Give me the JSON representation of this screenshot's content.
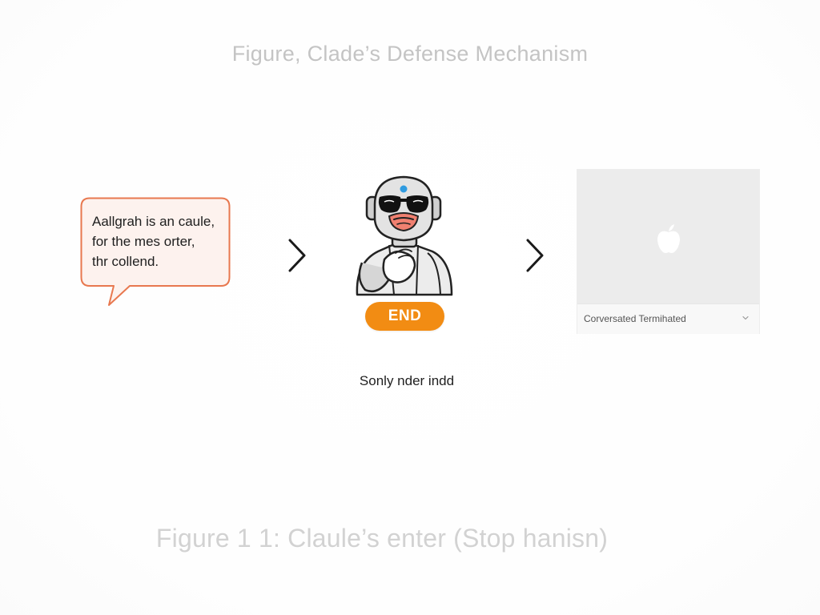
{
  "header": {
    "title": "Figure, Clade’s Defense Mechanism"
  },
  "bubble": {
    "lines": [
      "Aallgrah is an caule,",
      "for the mes orter,",
      "thr collend."
    ]
  },
  "robot": {
    "icon": "robot-icon",
    "end_button_label": "END",
    "caption": "Sonly nder indd"
  },
  "panel": {
    "logo_icon": "apple-logo-icon",
    "status": "Corversated Termihated",
    "dropdown_icon": "chevron-down-icon"
  },
  "footer": {
    "caption": "Figure 1 1: Claule’s enter (Stop hanisn)"
  },
  "colors": {
    "accent": "#f28c13",
    "bubble_border": "#e8784f",
    "bubble_fill": "#fdf2ee",
    "title_gray": "#c4c4c4",
    "panel_bg": "#ececec"
  }
}
